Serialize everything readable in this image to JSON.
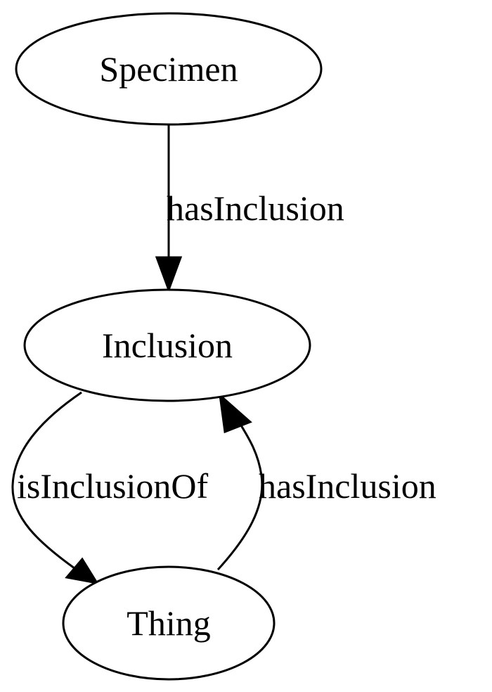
{
  "diagram": {
    "type": "directed-graph",
    "colors": {
      "background": "#ffffff",
      "stroke": "#000000",
      "text": "#000000"
    },
    "nodes": {
      "specimen": {
        "label": "Specimen"
      },
      "inclusion": {
        "label": "Inclusion"
      },
      "thing": {
        "label": "Thing"
      }
    },
    "edges": {
      "specimen_to_inclusion": {
        "from": "Specimen",
        "to": "Inclusion",
        "label": "hasInclusion"
      },
      "inclusion_to_thing": {
        "from": "Inclusion",
        "to": "Thing",
        "label": "isInclusionOf"
      },
      "thing_to_inclusion": {
        "from": "Thing",
        "to": "Inclusion",
        "label": "hasInclusion"
      }
    }
  }
}
